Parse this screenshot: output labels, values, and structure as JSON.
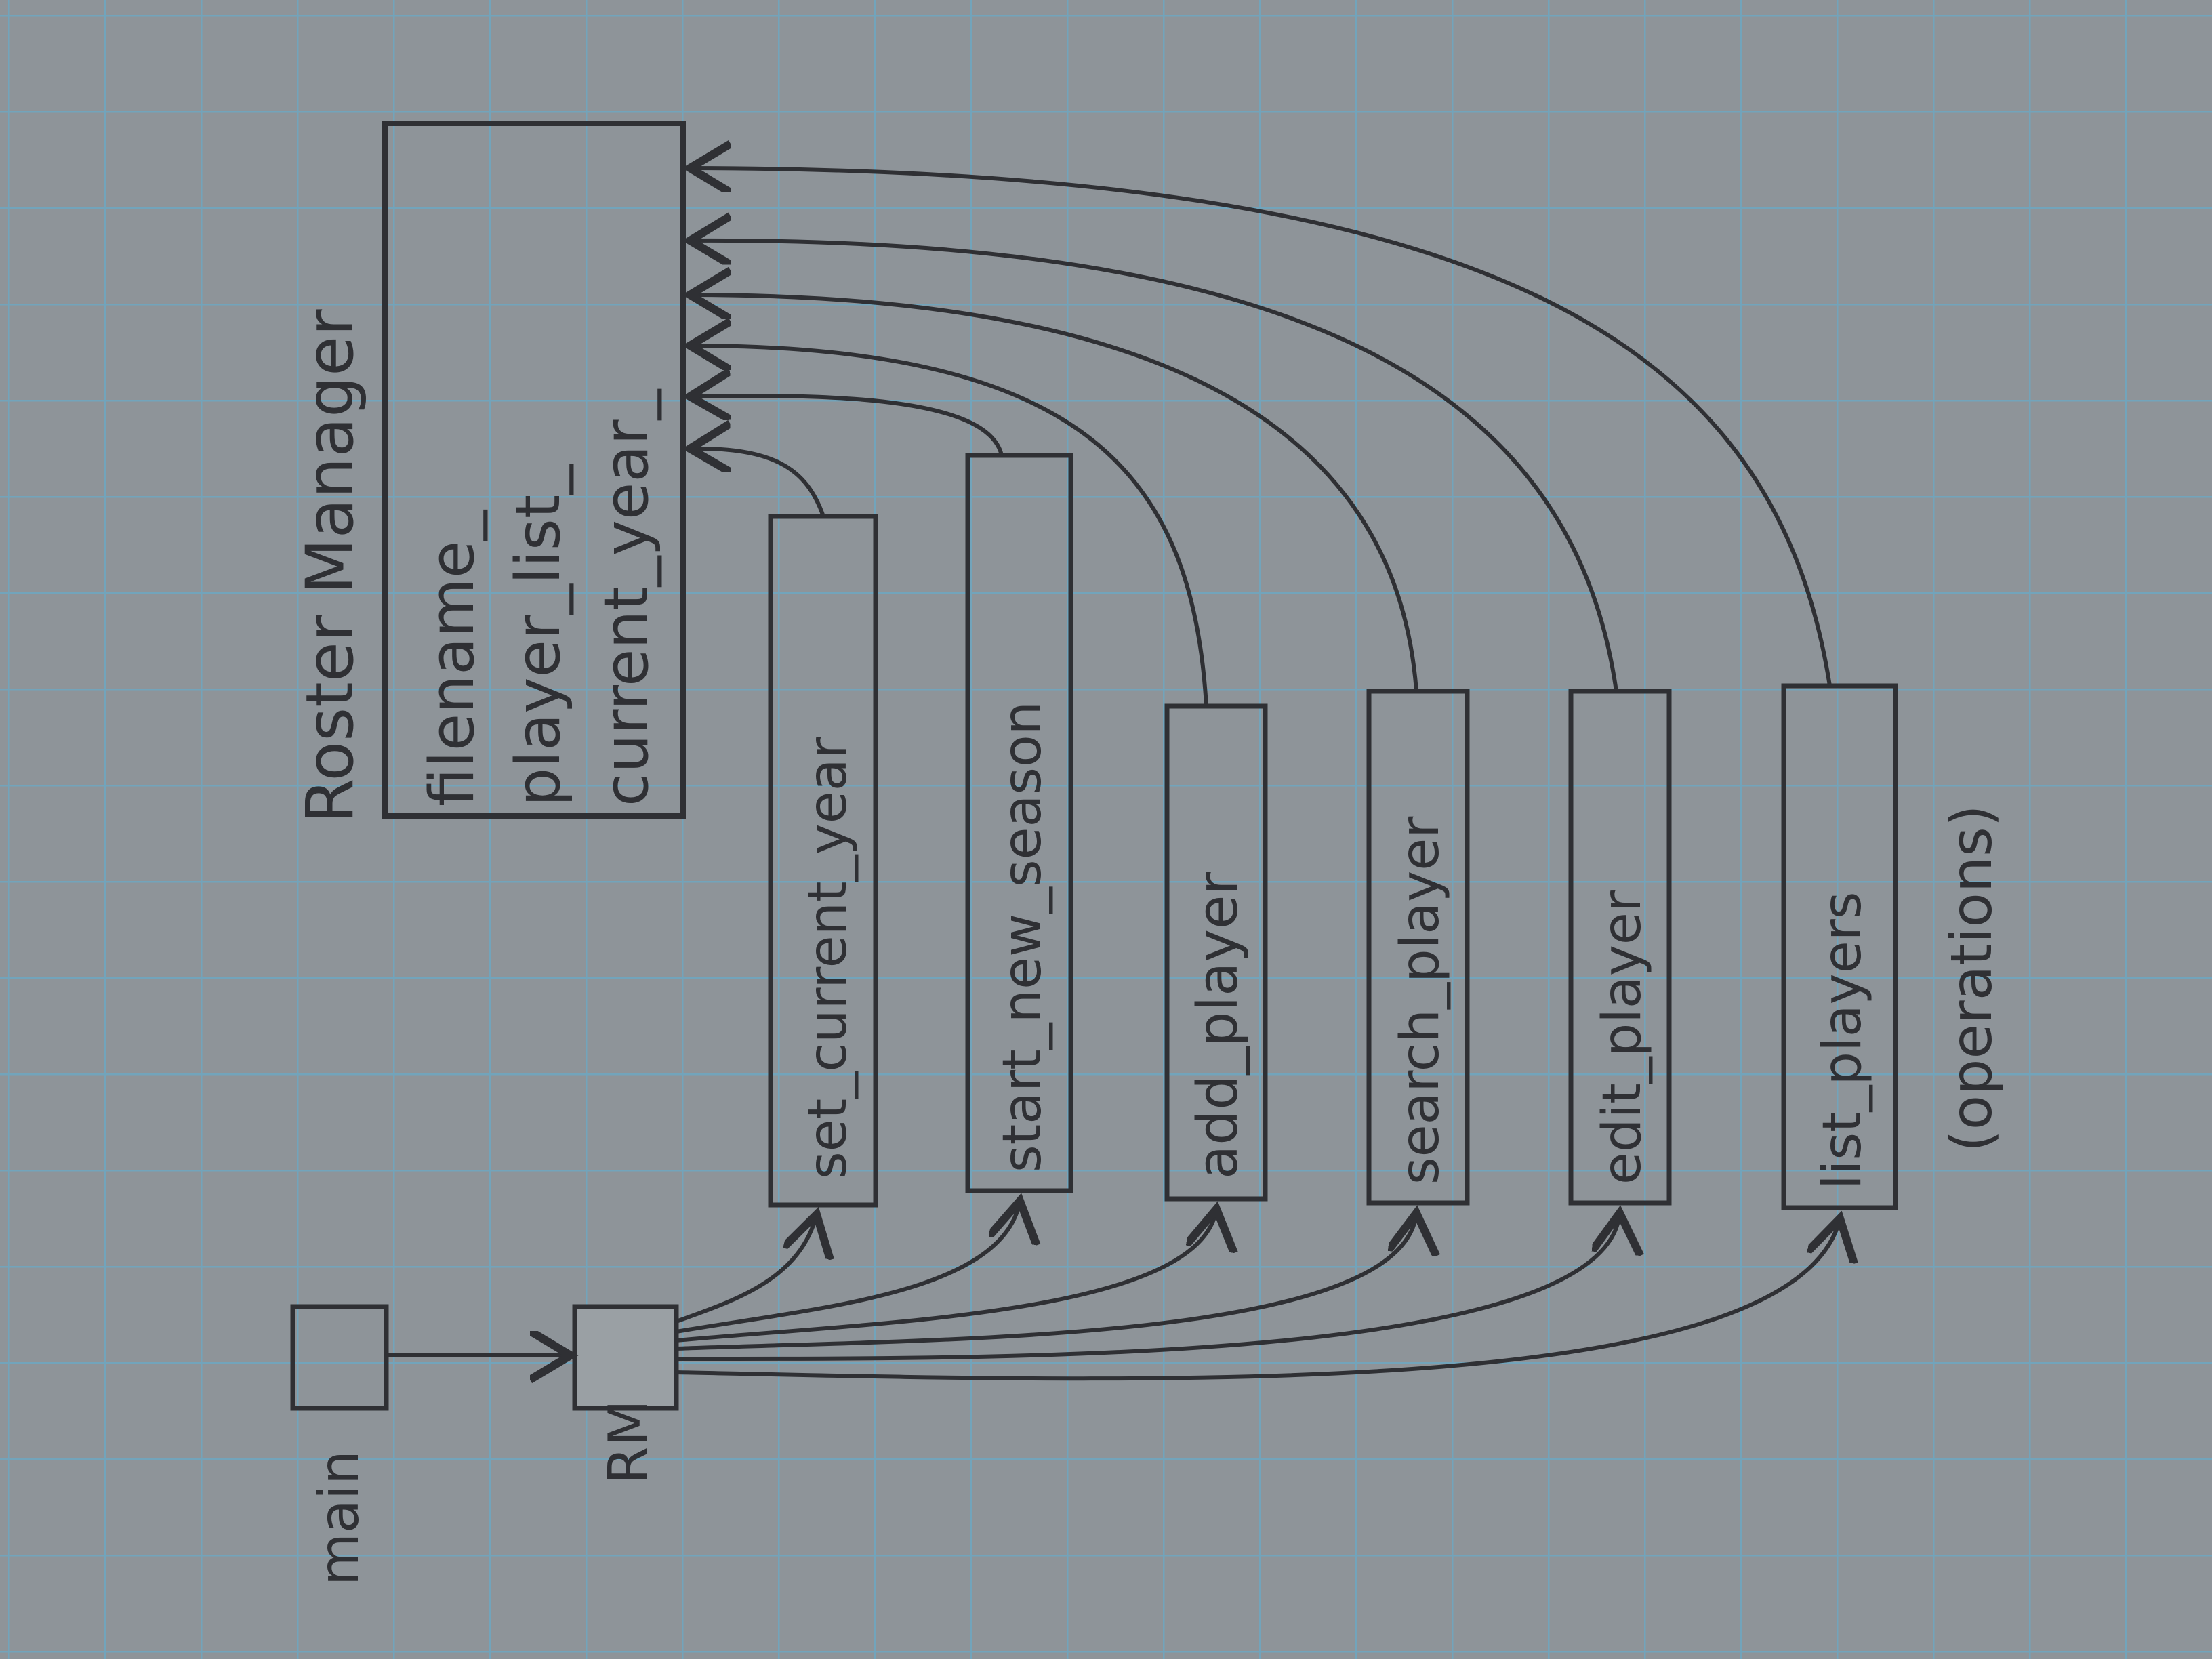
{
  "colors": {
    "paper": "#8e9499",
    "grid": "#6fa6bf",
    "pencil": "#2f3034"
  },
  "diagram": {
    "main": {
      "label": "main"
    },
    "rm": {
      "label": "RM"
    },
    "roster_manager": {
      "title": "Roster Manager",
      "attributes": [
        "filename_",
        "player_list_",
        "current_year_"
      ]
    },
    "methods": [
      {
        "label": "set_current_year"
      },
      {
        "label": "start_new_season"
      },
      {
        "label": "add_player"
      },
      {
        "label": "search_player"
      },
      {
        "label": "edit_player"
      },
      {
        "label": "list_players"
      }
    ],
    "note": "(operations)"
  }
}
